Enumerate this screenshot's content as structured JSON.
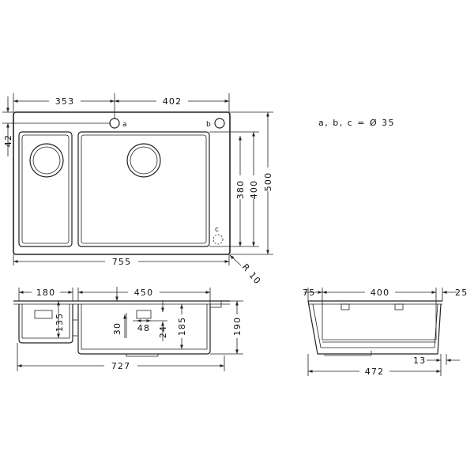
{
  "note": "a, b, c = Ø 35",
  "holes": {
    "a": "a",
    "b": "b",
    "c": "c"
  },
  "top_view": {
    "w_left": "353",
    "w_right": "402",
    "h_offset": "42",
    "h_bowl": "380",
    "h_inner": "400",
    "h_total": "500",
    "w_total": "755",
    "radius": "R 10"
  },
  "front_view": {
    "small_bowl_w": "180",
    "small_bowl_depth": "135",
    "big_bowl_w": "450",
    "drain_a": "30",
    "drain_b": "48",
    "drain_c": "24",
    "big_bowl_depth": "185",
    "total_depth": "190",
    "bottom_w": "727"
  },
  "side_view": {
    "left_offset": "75",
    "bowl_w": "400",
    "right_offset": "25",
    "flange": "13",
    "total_w": "472"
  }
}
